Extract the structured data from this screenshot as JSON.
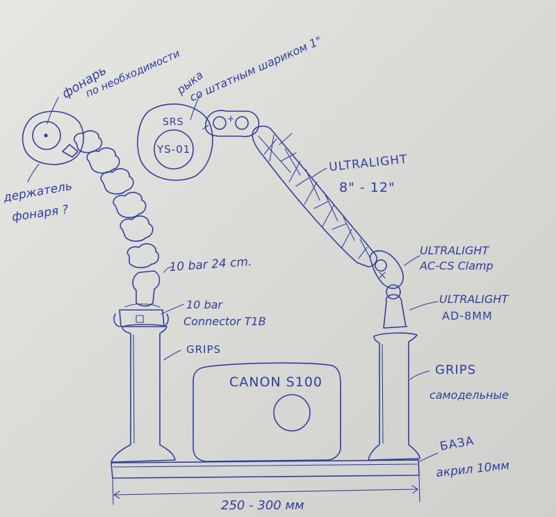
{
  "labels": {
    "torch_line1": "фонарь",
    "torch_line2": "по необходимости",
    "torch_holder_line1": "держатель",
    "torch_holder_line2": "фонаря ?",
    "ball_clamp_line1": "рыка",
    "ball_clamp_line2": "со штатным шариком 1\"",
    "strobe_brand": "SRS",
    "strobe_model": "YS-01",
    "ultralight_arm_line1": "ULTRALIGHT",
    "ultralight_arm_line2": "8\" - 12\"",
    "ultralight_clamp_line1": "ULTRALIGHT",
    "ultralight_clamp_line2": "AC-CS Clamp",
    "ultralight_adapter_line1": "ULTRALIGHT",
    "ultralight_adapter_line2": "AD-8MM",
    "loc_line_arm": "10 bar 24 cm.",
    "loc_line_connector_line1": "10 bar",
    "loc_line_connector_line2": "Connector T1B",
    "grips_left": "GRIPS",
    "camera": "CANON S100",
    "grips_right_line1": "GRIPS",
    "grips_right_line2": "самодельные",
    "base_line1": "БАЗА",
    "base_line2": "акрил 10мм",
    "base_width": "250 - 300 мм"
  },
  "colors": {
    "ink": "#2e3f9e",
    "paper": "#dcdcd9"
  }
}
